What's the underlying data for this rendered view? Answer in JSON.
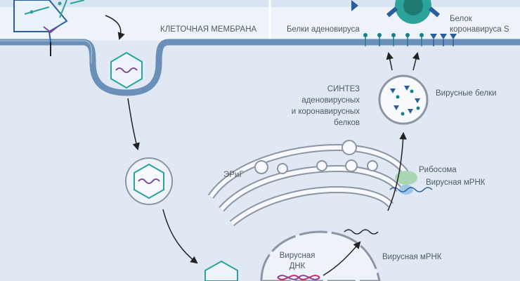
{
  "labels": {
    "membrane": "КЛЕТОЧНАЯ МЕМБРАНА",
    "adenovirus_proteins": "Белки аденовируса",
    "coronavirus_s_line1": "Белок",
    "coronavirus_s_line2": "коронавируса S",
    "viral_proteins": "Вирусные белки",
    "synthesis": [
      "СИНТЕЗ",
      "аденовирусных",
      "и коронавирусных",
      "белков"
    ],
    "er": "ЭРиГ",
    "ribosome": "Рибосома",
    "viral_mrna_upper": "Вирусная мРНК",
    "viral_mrna_lower": "Вирусная мРНК",
    "viral_dna": [
      "Вирусная",
      "ДНК"
    ]
  },
  "colors": {
    "background": "#dfe8f3",
    "extracellular": "#eef3f9",
    "membrane": "#6a8fb8",
    "capsid": "#2ba39a",
    "dna": "#7b4a9a",
    "protein_blue": "#2a5f9e",
    "ribosome": "#a9d6b4",
    "arrow": "#222222"
  }
}
